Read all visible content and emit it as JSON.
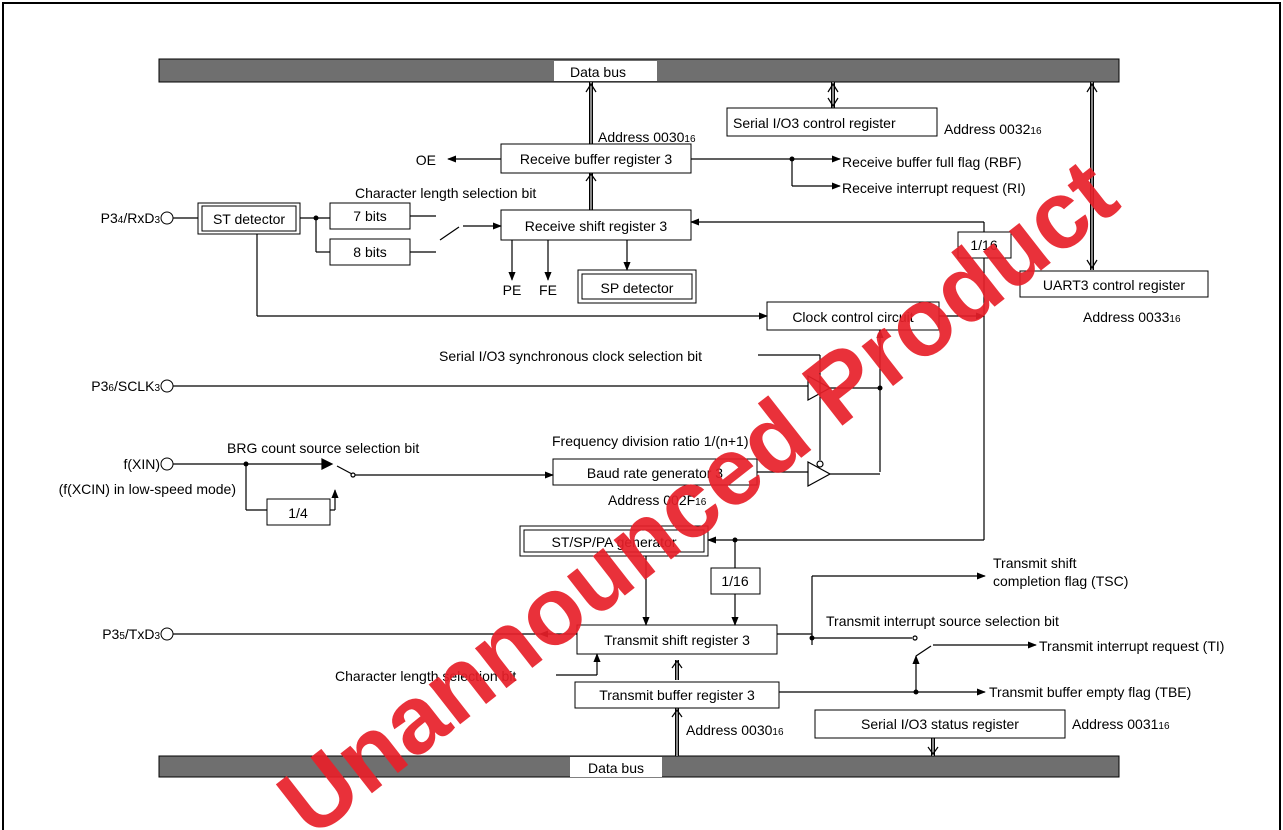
{
  "bus": {
    "top_label": "Data bus",
    "bottom_label": "Data bus"
  },
  "watermark": "Unannounced Product",
  "registers": {
    "serial_ctrl": "Serial I/O3 control register",
    "serial_ctrl_addr": "Address 0032",
    "rx_buffer": "Receive buffer register 3",
    "rx_buffer_addr": "Address 0030",
    "rx_shift": "Receive shift register 3",
    "uart_ctrl": "UART3 control register",
    "uart_ctrl_addr": "Address 0033",
    "clock_ctrl": "Clock control circuit",
    "baud_gen": "Baud rate generator 3",
    "baud_addr": "Address 002F",
    "st_sp_pa": "ST/SP/PA generator",
    "tx_shift": "Transmit shift register 3",
    "tx_buffer": "Transmit buffer register 3",
    "tx_buffer_addr": "Address 0030",
    "status": "Serial I/O3 status register",
    "status_addr": "Address 0031",
    "hex_subscript": "16"
  },
  "detectors": {
    "st": "ST detector",
    "sp": "SP detector"
  },
  "bits": {
    "seven": "7 bits",
    "eight": "8 bits",
    "div16_top": "1/16",
    "div16_mid": "1/16",
    "div4": "1/4"
  },
  "labels": {
    "oe": "OE",
    "pe": "PE",
    "fe": "FE",
    "char_len_top": "Character length selection bit",
    "char_len_bottom": "Character length selection bit",
    "rbf": "Receive buffer full flag (RBF)",
    "ri": "Receive interrupt request (RI)",
    "sync_clk_sel": "Serial I/O3 synchronous clock selection bit",
    "brg_src_sel": "BRG count source selection bit",
    "freq_div": "Frequency division ratio 1/(n+1)",
    "tsc_line1": "Transmit shift",
    "tsc_line2": "completion flag (TSC)",
    "ti_src_sel": "Transmit interrupt source selection bit",
    "ti": "Transmit interrupt request (TI)",
    "tbe": "Transmit buffer empty flag (TBE)",
    "low_speed": "(f(XCIN) in low-speed mode)"
  },
  "pins": {
    "rxd_main": "P3",
    "rxd_sub": "4",
    "rxd_name": "/RxD",
    "rxd_idx": "3",
    "sclk_main": "P3",
    "sclk_sub": "6",
    "sclk_name": "/SCLK",
    "sclk_idx": "3",
    "txd_main": "P3",
    "txd_sub": "5",
    "txd_name": "/TxD",
    "txd_idx": "3",
    "fxin": "f(XIN)"
  }
}
